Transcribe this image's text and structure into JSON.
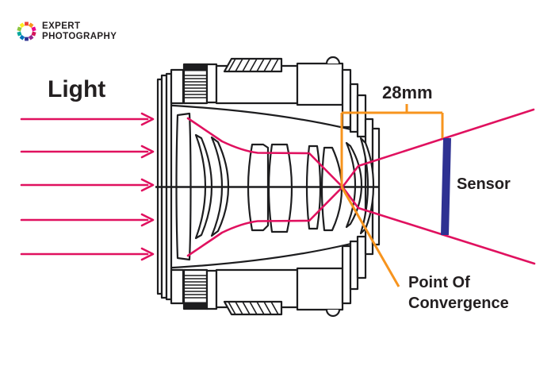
{
  "brand": {
    "line1": "EXPERT",
    "line2": "PHOTOGRAPHY",
    "wheel_colors": [
      "#ef4136",
      "#f7941e",
      "#ec008c",
      "#d4145a",
      "#93278f",
      "#2e3192",
      "#0071bc",
      "#00a79d",
      "#8dc63f",
      "#fcee21"
    ]
  },
  "diagram": {
    "light_label": "Light",
    "focal_length_label": "28mm",
    "sensor_label": "Sensor",
    "convergence_label_line1": "Point Of",
    "convergence_label_line2": "Convergence"
  },
  "colors": {
    "ray": "#e0115f",
    "annotation": "#f7941e",
    "sensor": "#2e3192",
    "ink": "#1d1d1f"
  }
}
